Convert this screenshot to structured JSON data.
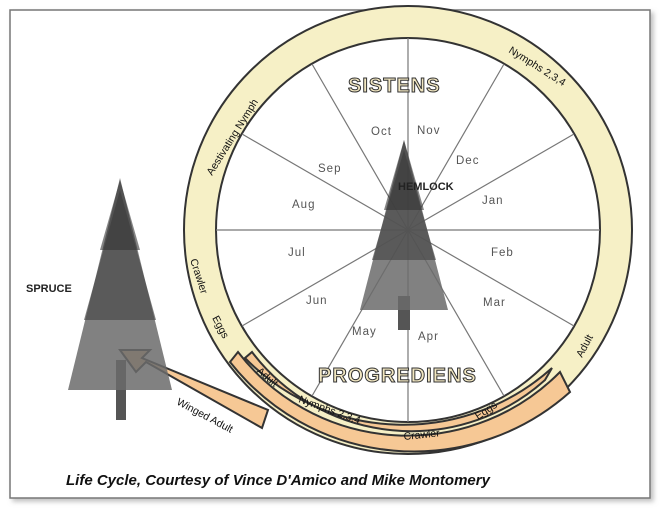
{
  "titles": {
    "sistens": "SISTENS",
    "progrediens": "PROGREDIENS"
  },
  "trees": {
    "hemlock": "HEMLOCK",
    "spruce": "SPRUCE"
  },
  "months": [
    "Oct",
    "Nov",
    "Dec",
    "Jan",
    "Feb",
    "Mar",
    "Apr",
    "May",
    "Jun",
    "Jul",
    "Aug",
    "Sep"
  ],
  "sistens_stages": {
    "aestivating": "Aestivating Nymph",
    "nymphs": "Nymphs 2,3,4",
    "adult": "Adult",
    "crawler": "Crawler",
    "eggs": "Eggs"
  },
  "progrediens_stages": {
    "adult": "Adult",
    "nymphs": "Nymphs 2,3,4",
    "crawler": "Crawler",
    "eggs": "Eggs",
    "winged_adult": "Winged Adult"
  },
  "caption": "Life Cycle, Courtesy of Vince D'Amico and Mike Montomery",
  "colors": {
    "sistens_band": "#f6f0c6",
    "progrediens_band": "#f6c895",
    "outline": "#333333"
  }
}
